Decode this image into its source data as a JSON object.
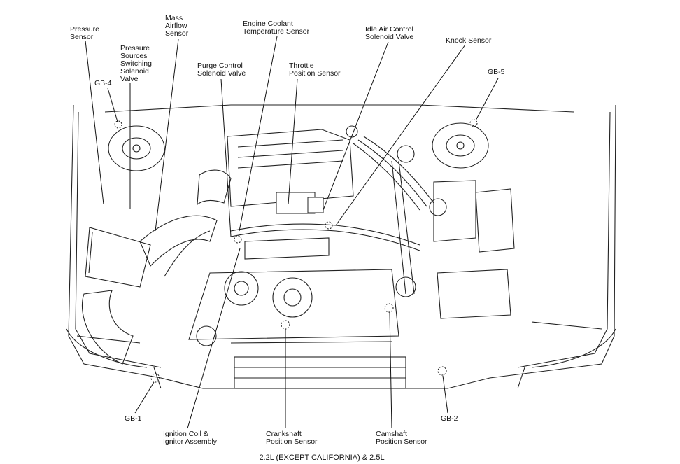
{
  "caption": "2.2L (EXCEPT CALIFORNIA) & 2.5L",
  "labels": {
    "pressure_sensor": "Pressure\nSensor",
    "mass_airflow_sensor": "Mass\nAirflow\nSensor",
    "pressure_sources_valve": "Pressure\nSources\nSwitching\nSolenoid\nValve",
    "gb4": "GB-4",
    "engine_coolant_temp": "Engine Coolant\nTemperature Sensor",
    "purge_control": "Purge Control\nSolenoid Valve",
    "throttle_position": "Throttle\nPosition Sensor",
    "idle_air_control": "Idle Air Control\nSolenoid Valve",
    "knock_sensor": "Knock Sensor",
    "gb5": "GB-5",
    "gb1": "GB-1",
    "gb2": "GB-2",
    "ignition_coil": "Ignition Coil &\nIgnitor Assembly",
    "crankshaft_position": "Crankshaft\nPosition Sensor",
    "camshaft_position": "Camshaft\nPosition Sensor"
  }
}
